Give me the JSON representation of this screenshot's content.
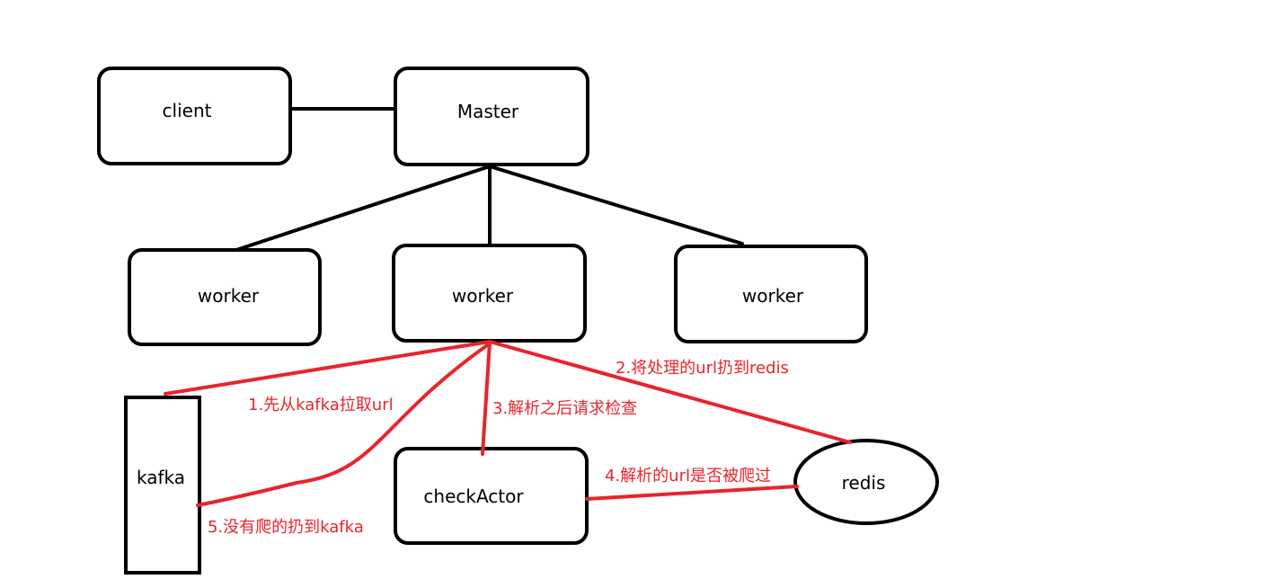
{
  "colors": {
    "stroke": "#000000",
    "flow": "#e8242c",
    "background": "#ffffff"
  },
  "nodes": {
    "client": "client",
    "master": "Master",
    "worker_left": "worker",
    "worker_center": "worker",
    "worker_right": "worker",
    "kafka": "kafka",
    "check_actor": "checkActor",
    "redis": "redis"
  },
  "flows": {
    "step1": "1.先从kafka拉取url",
    "step2": "2.将处理的url扔到redis",
    "step3": "3.解析之后请求检查",
    "step4": "4.解析的url是否被爬过",
    "step5": "5.没有爬的扔到kafka"
  }
}
